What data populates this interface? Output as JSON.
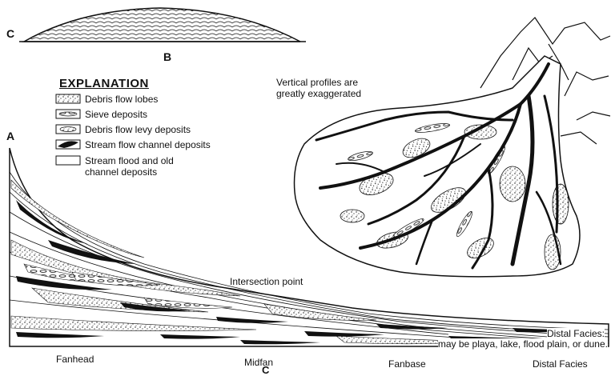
{
  "section_c": {
    "left_letter": "C",
    "bottom_letter": "B"
  },
  "explanation": {
    "title": "EXPLANATION",
    "items": [
      {
        "label": "Debris flow lobes",
        "pattern": "stippled"
      },
      {
        "label": "Sieve deposits",
        "pattern": "elongate-dashed"
      },
      {
        "label": "Debris flow levy deposits",
        "pattern": "levy"
      },
      {
        "label": "Stream flow channel deposits",
        "pattern": "black-channel"
      },
      {
        "label": "Stream flood and old",
        "label_line2": "channel deposits",
        "pattern": "blank"
      }
    ]
  },
  "fan_map": {
    "note_line1": "Vertical profiles are",
    "note_line2": "greatly exaggerated"
  },
  "cross_section": {
    "corner_letter": "A",
    "intersection_label": "Intersection point",
    "distal_note_line1": "Distal Facies:",
    "distal_note_line2": "may be playa, lake, flood plain, or dune.",
    "zones": [
      "Fanhead",
      "Midfan",
      "Fanbase",
      "Distal Facies"
    ],
    "bottom_letter": "C"
  },
  "colors": {
    "ink": "#111111",
    "paper": "#ffffff"
  }
}
